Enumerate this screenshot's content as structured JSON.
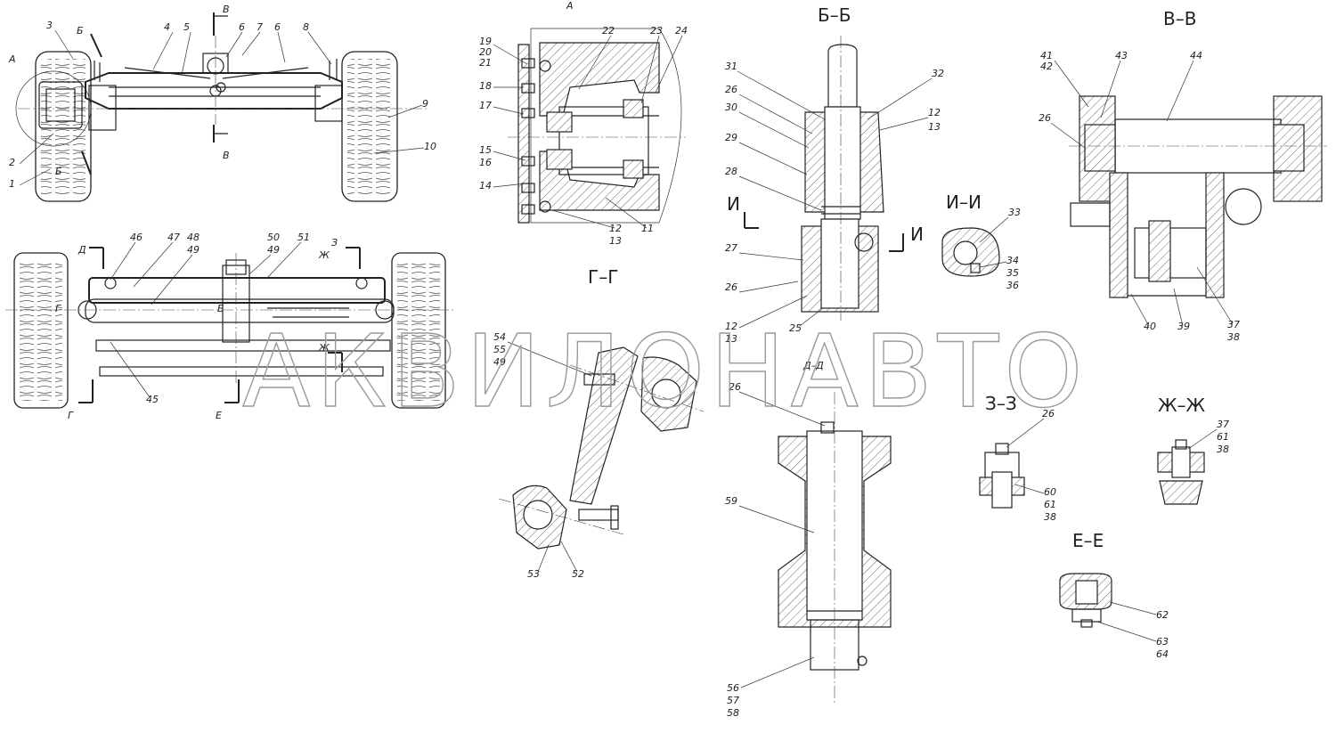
{
  "watermark": "АКВИЛОНАВТО",
  "views": {
    "top_letter": "А",
    "bb": "Б–Б",
    "vv": "В–В",
    "ii": "И–И",
    "gg": "Г–Г",
    "zz": "З–З",
    "zhzh": "Ж–Ж",
    "ee": "Е–Е",
    "dd": "Д–Д"
  },
  "section_marks": {
    "b": "Б",
    "v_top": "В",
    "v_bot": "В",
    "a": "А",
    "b_low": "Б",
    "d": "Д",
    "z": "З",
    "zh1": "Ж",
    "zh2": "Ж",
    "g1": "Г",
    "g2": "Г",
    "e1": "Е",
    "e2": "Е",
    "i1": "И",
    "i2": "И"
  },
  "callouts": {
    "top_left": [
      "3",
      "4",
      "5",
      "6",
      "7",
      "6",
      "8",
      "9",
      "10",
      "2",
      "1"
    ],
    "detail_a": [
      "19",
      "20",
      "21",
      "22",
      "23",
      "24",
      "18",
      "17",
      "15",
      "16",
      "14",
      "12",
      "13",
      "11"
    ],
    "bb": [
      "31",
      "32",
      "26",
      "30",
      "29",
      "12",
      "13",
      "28",
      "27",
      "26",
      "12",
      "13",
      "25"
    ],
    "vv": [
      "41",
      "42",
      "43",
      "44",
      "26",
      "40",
      "39",
      "37",
      "38"
    ],
    "ii": [
      "33",
      "34",
      "35",
      "36"
    ],
    "mid_left": [
      "46",
      "47",
      "48",
      "49",
      "50",
      "49",
      "51",
      "45"
    ],
    "gg": [
      "54",
      "55",
      "49",
      "53",
      "52"
    ],
    "dd": [
      "26",
      "59",
      "56",
      "57",
      "58"
    ],
    "zz": [
      "26",
      "60",
      "61",
      "38"
    ],
    "zhzh": [
      "37",
      "61",
      "38"
    ],
    "ee": [
      "62",
      "63",
      "64"
    ]
  }
}
